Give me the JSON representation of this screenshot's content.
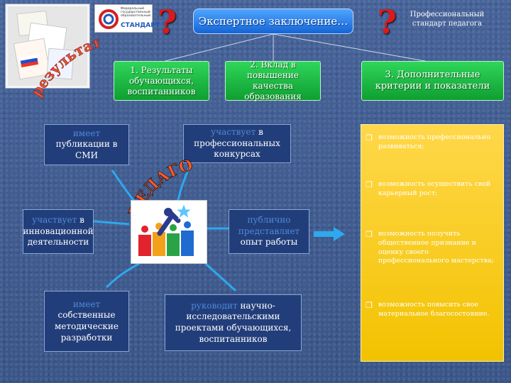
{
  "header": {
    "title": "Экспертное заключение…",
    "question_mark": "?",
    "logo": {
      "small_text": "Федеральный государственный образовательный",
      "name": "СТАНДАРТ"
    },
    "prof_standard": {
      "line1": "Профессиональный",
      "line2": "стандарт педагога"
    }
  },
  "corner_image": {
    "curved_word": "результаты"
  },
  "criteria": {
    "c1": "1. Результаты обучающихся, воспитанников",
    "c2": "2. Вклад в повышение качества образования",
    "c3": "3. Дополнительные критерии и показатели"
  },
  "center": {
    "arc_word": "ПЕДАГОГ:"
  },
  "boxes": {
    "b1": {
      "hl": "имеет",
      "text": "публикации в СМИ"
    },
    "b2": {
      "hl": "участвует",
      "text": "в профессиональных конкурсах"
    },
    "b3": {
      "hl": "участвует",
      "text": "в инновационной деятельности"
    },
    "b4": {
      "hl": "публично представляет",
      "text": "опыт работы"
    },
    "b5": {
      "hl": "имеет",
      "text": "собственные методические разработки"
    },
    "b6": {
      "hl": "руководит",
      "text": "научно-исследовательскими проектами обучающихся, воспитанников"
    }
  },
  "opportunities": [
    "возможность профессионально развиваться;",
    "возможность осуществить свой карьерный рост;",
    "возможность получить общественное признание и оценку своего профессионального мастерства;",
    "возможность повысить свое материальное благосостояние."
  ],
  "colors": {
    "green": "#1fb846",
    "title_blue": "#2b7be6",
    "yellow": "#f5c800",
    "qmark_red": "#e01818",
    "box_navy": "#223e7a"
  },
  "icons": [
    "question-mark",
    "bullet-square-icon",
    "right-arrow-icon",
    "teacher-children-logo-icon"
  ]
}
